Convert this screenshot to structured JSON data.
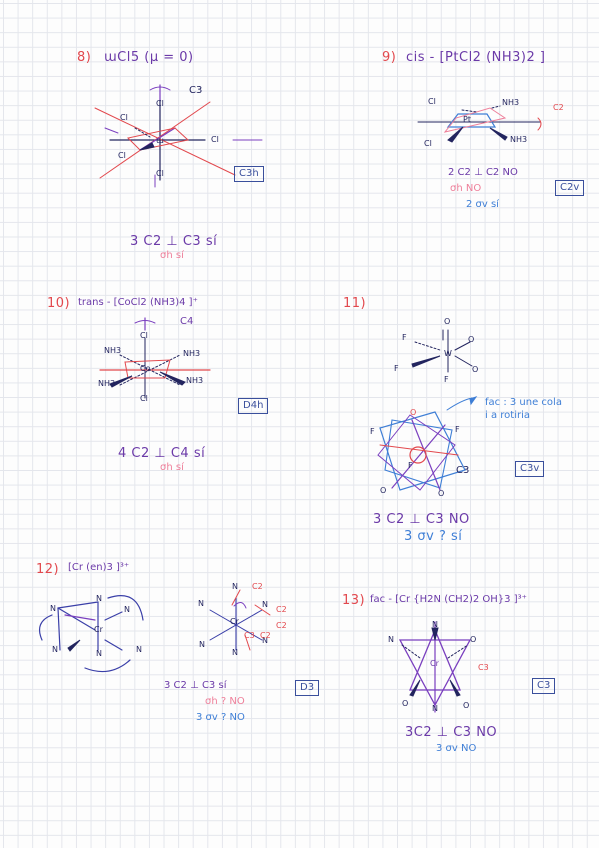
{
  "problems": [
    {
      "heading": {
        "number": "8)",
        "formula": "ɯCl5  (μ = 0)"
      },
      "axis_label": "C3",
      "atom_labels": [
        "Cl",
        "Cl",
        "Cl",
        "Cl",
        "Cl",
        "ɯ"
      ],
      "point_group": "C3h",
      "result_line1": "3 C2 ⊥ C3  sí",
      "result_line2": "σh   sí"
    },
    {
      "heading": {
        "number": "9)",
        "formula": "cis - [PtCl2 (NH3)2 ]"
      },
      "atom_labels": [
        "Cl",
        "Cl",
        "NH3",
        "NH3",
        "Pt",
        "C2"
      ],
      "point_group": "C2v",
      "result_line1": "2 C2 ⊥ C2   NO",
      "result_line2": "σh  NO",
      "result_line3": "2 σv  sí"
    },
    {
      "heading": {
        "number": "10)",
        "formula": "trans - [CoCl2 (NH3)4 ]⁺"
      },
      "axis_label": "C4",
      "atom_labels": [
        "Cl",
        "Cl",
        "NH3",
        "NH3",
        "NH3",
        "NH3",
        "Co"
      ],
      "point_group": "D4h",
      "result_line1": "4 C2  ⊥  C4   sí",
      "result_line2": "σh   sí"
    },
    {
      "heading": {
        "number": "11)",
        "formula": ""
      },
      "atom_labels": [
        "F",
        "F",
        "F",
        "O",
        "O",
        "O",
        "W"
      ],
      "note_line1": "fac : 3 une cola",
      "note_line2": "i a rotiria",
      "atom_labels_2": [
        "F",
        "F",
        "O",
        "O",
        "O",
        "F"
      ],
      "axis_label": "C3",
      "point_group": "C3v",
      "result_line1": "3 C2 ⊥ C3   NO",
      "result_line2": "3 σv ?  sí"
    },
    {
      "heading": {
        "number": "12)",
        "formula": "[Cr (en)3 ]³⁺"
      },
      "atom_labels": [
        "N",
        "N",
        "N",
        "N",
        "N",
        "N",
        "Cr"
      ],
      "axis_labels": [
        "C2",
        "C2",
        "C2",
        "C3",
        "C2"
      ],
      "point_group": "D3",
      "result_line1": "3 C2  ⊥  C3   sí",
      "result_line2": "σh ?  NO",
      "result_line3": "3 σv ?  NO"
    },
    {
      "heading": {
        "number": "13)",
        "formula": "fac - [Cr {H2N (CH2)2 OH}3 ]³⁺"
      },
      "atom_labels": [
        "N",
        "N",
        "N",
        "O",
        "O",
        "O",
        "Cr"
      ],
      "axis_label": "C3",
      "point_group": "C3",
      "result_line1": "3C2 ⊥ C3   NO",
      "result_line2": "3 σv   NO"
    }
  ]
}
